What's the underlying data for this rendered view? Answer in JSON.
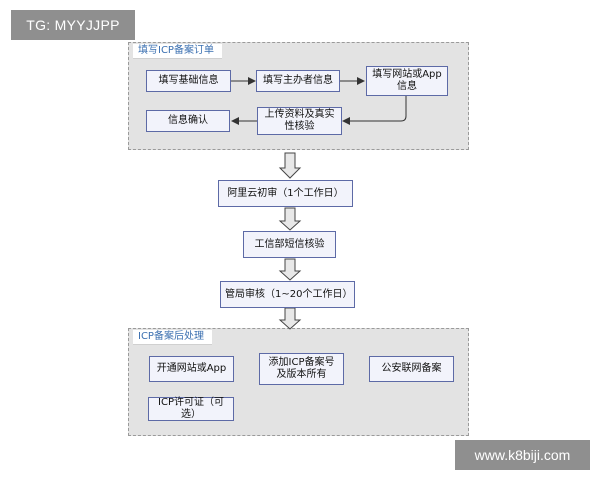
{
  "watermarks": {
    "top_left": "TG: MYYJJPP",
    "bottom_right": "www.k8biji.com"
  },
  "panel_top": {
    "title": "填写ICP备案订单",
    "nodes": {
      "basic_info": "填写基础信息",
      "sponsor_info": "填写主办者信息",
      "site_info": "填写网站或App信息",
      "upload": "上传资料及真实性核验",
      "confirm": "信息确认"
    }
  },
  "main_flow": {
    "aliyun_review": "阿里云初审（1个工作日）",
    "miit_sms": "工信部短信核验",
    "bureau_review": "管局审核（1~20个工作日）"
  },
  "panel_bottom": {
    "title": "ICP备案后处理",
    "nodes": {
      "enable_site": "开通网站或App",
      "add_number": "添加ICP备案号及版本所有",
      "police_filing": "公安联网备案",
      "icp_license": "ICP许可证（可选）"
    }
  },
  "colors": {
    "node_fill": "#f2f3fb",
    "node_border": "#5d6aa6",
    "panel_fill": "#e3e3e3",
    "panel_title": "#3a6fb0",
    "watermark_bg": "#8f8f8f"
  }
}
